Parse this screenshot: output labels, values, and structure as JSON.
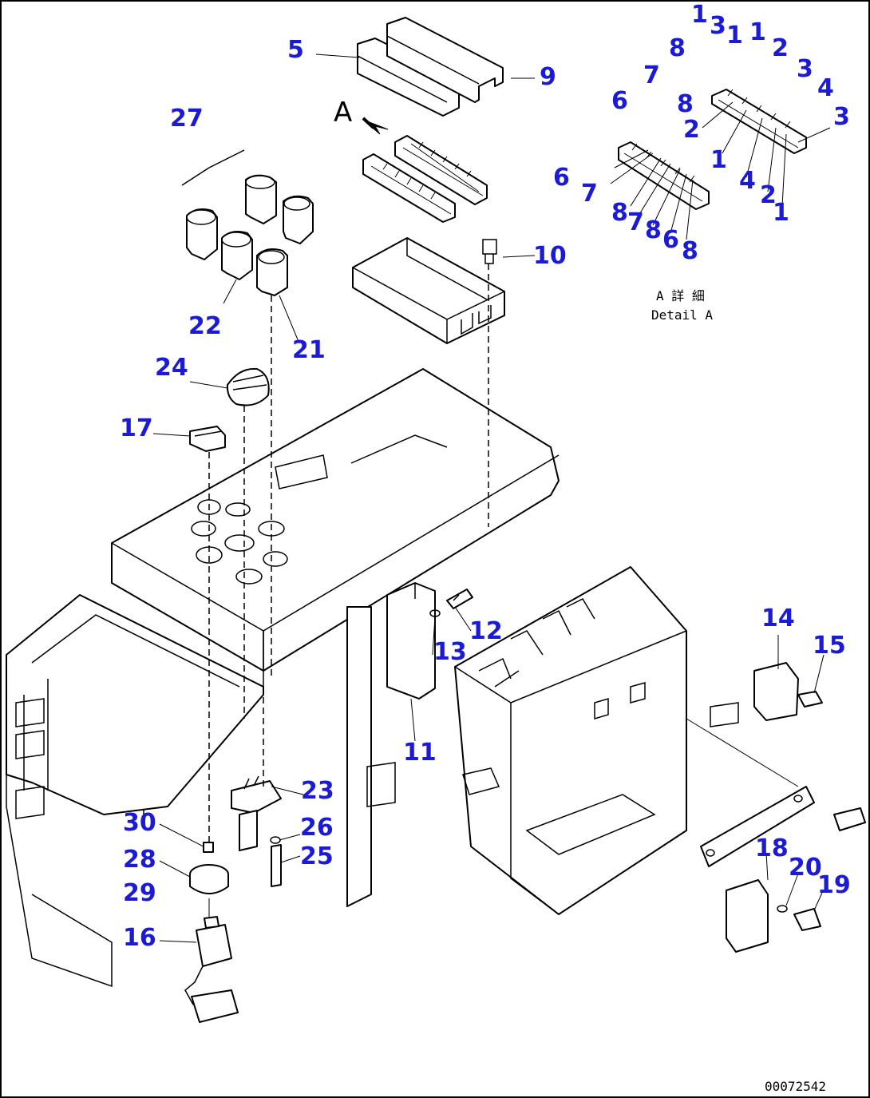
{
  "callouts": {
    "c5": "5",
    "c9": "9",
    "c27": "27",
    "c22": "22",
    "c21": "21",
    "c10": "10",
    "c24": "24",
    "c17": "17",
    "c12": "12",
    "c13": "13",
    "c11": "11",
    "c14": "14",
    "c15": "15",
    "c23": "23",
    "c26": "26",
    "c25": "25",
    "c30": "30",
    "c28": "28",
    "c29": "29",
    "c16": "16",
    "c18": "18",
    "c20": "20",
    "c19": "19"
  },
  "detail_a": {
    "view_letter": "A",
    "caption_jp": "A 詳 細",
    "caption_en": "Detail A",
    "top_row": [
      "1",
      "3",
      "1",
      "1",
      "2",
      "3",
      "4",
      "3"
    ],
    "top_row_lower": [
      "8",
      "2",
      "1",
      "4",
      "2",
      "1"
    ],
    "bottom_row": [
      "7",
      "8",
      "6",
      "6",
      "7",
      "8",
      "7",
      "8",
      "6",
      "8"
    ]
  },
  "drawing_code": "00072542"
}
